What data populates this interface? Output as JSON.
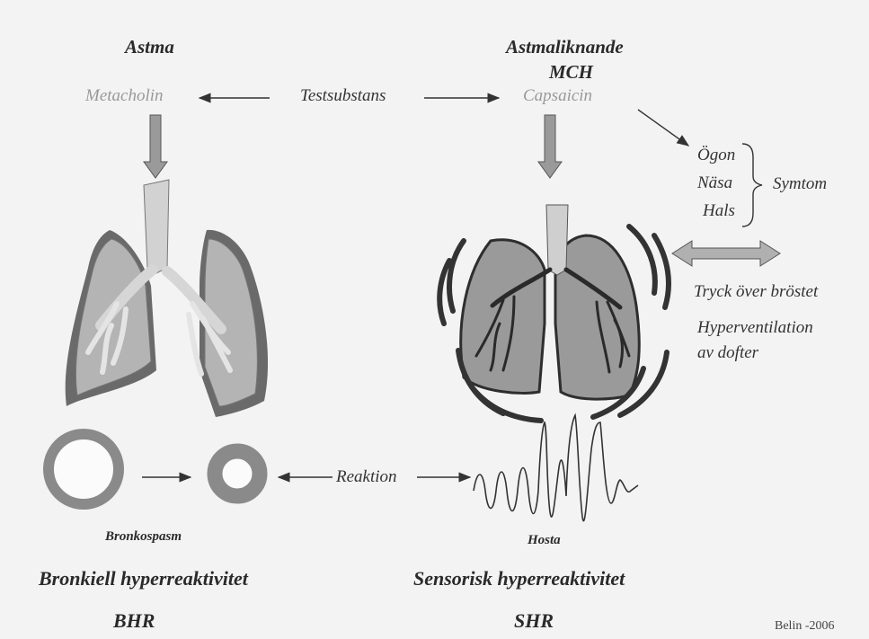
{
  "left": {
    "title": "Astma",
    "substance": "Metacholin",
    "airway_label": "Bronkospasm",
    "heading": "Bronkiell hyperreaktivitet",
    "abbr": "BHR"
  },
  "center": {
    "test_label": "Testsubstans",
    "reaction_label": "Reaktion"
  },
  "right": {
    "title_line1": "Astmaliknande",
    "title_line2": "MCH",
    "substance": "Capsaicin",
    "symptoms": [
      "Ögon",
      "Näsa",
      "Hals"
    ],
    "symptom_label": "Symtom",
    "effects": [
      "Tryck över bröstet",
      "Hyperventilation",
      "av dofter"
    ],
    "cough_label": "Hosta",
    "heading": "Sensorisk hyperreaktivitet",
    "abbr": "SHR"
  },
  "credit": "Belin -2006",
  "colors": {
    "background": "#f3f3f3",
    "dark": "#555555",
    "mid": "#9a9a9a",
    "light": "#cfcfcf",
    "muted_text": "#999999"
  }
}
